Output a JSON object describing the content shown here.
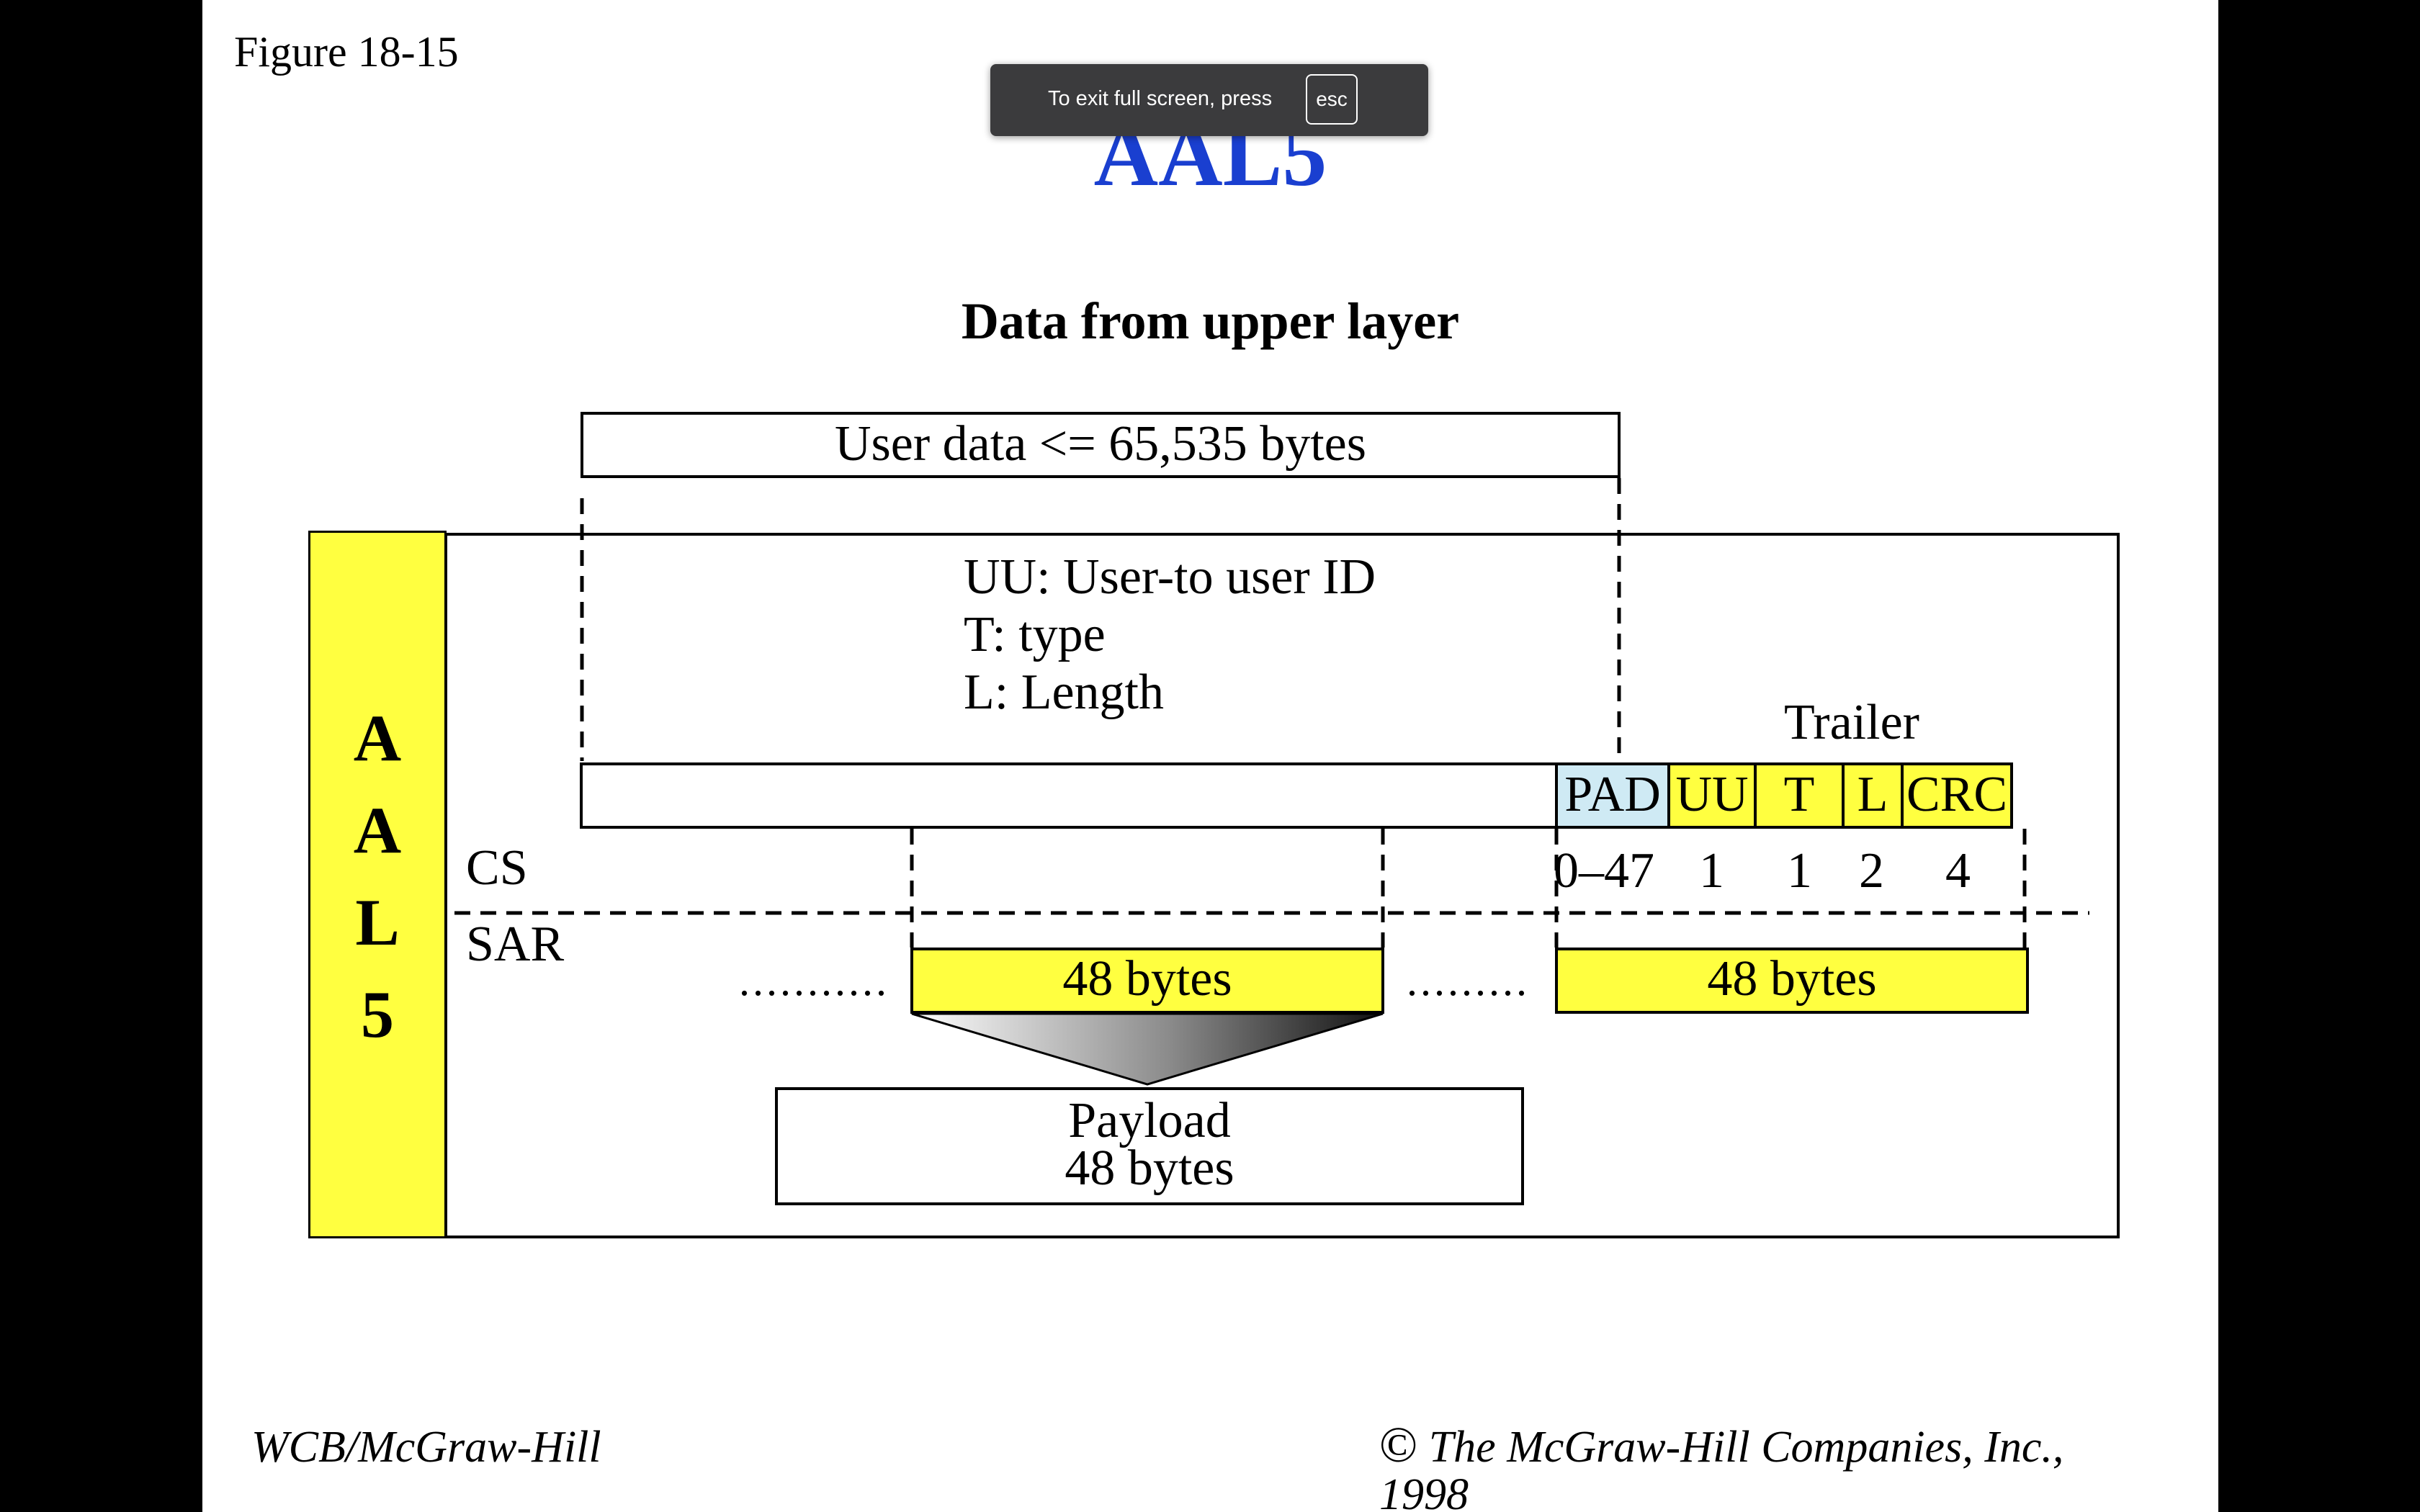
{
  "figure_label": "Figure 18-15",
  "title": "AAL5",
  "subtitle": "Data from upper layer",
  "user_data": "User data <= 65,535 bytes",
  "sidebar_letters": [
    "A",
    "A",
    "L",
    "5"
  ],
  "legend": [
    "UU: User-to user ID",
    "T: type",
    "L: Length"
  ],
  "trailer_label": "Trailer",
  "fields": [
    "PAD",
    "UU",
    "T",
    "L",
    "CRC"
  ],
  "field_sizes": [
    "0–47",
    "1",
    "1",
    "2",
    "4"
  ],
  "sublayers": {
    "cs": "CS",
    "sar": "SAR"
  },
  "cells": [
    "48 bytes",
    "48 bytes"
  ],
  "dots": [
    "...........",
    "........."
  ],
  "payload": [
    "Payload",
    "48 bytes"
  ],
  "footer": {
    "left": "WCB/McGraw-Hill",
    "copyright_symbol": "©",
    "right": "The McGraw-Hill Companies, Inc.,",
    "year": "1998"
  },
  "toast": {
    "message": "To exit full screen, press",
    "key": "esc"
  },
  "colors": {
    "title_blue": "#1a3fd0",
    "yellow": "#ffff40",
    "pad_blue": "#cfeaf4",
    "arrow_red": "#e8342a"
  }
}
